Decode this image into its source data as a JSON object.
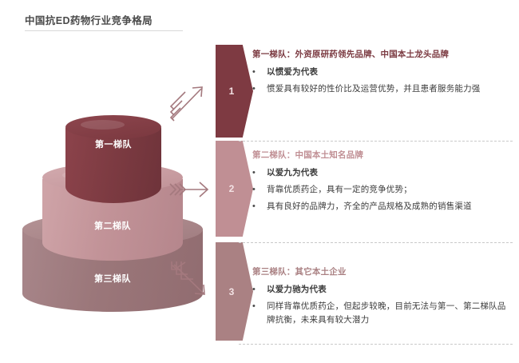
{
  "header": {
    "title": "中国抗ED药物行业竞争格局"
  },
  "pyramid": {
    "tiers": [
      {
        "label": "第一梯队",
        "color": "#7d3b42"
      },
      {
        "label": "第二梯队",
        "color": "#c29398"
      },
      {
        "label": "第三梯队",
        "color": "#9b777a"
      }
    ]
  },
  "arrows": [
    {
      "name": "arrow-up-right",
      "direction": "up-right"
    },
    {
      "name": "arrow-right",
      "direction": "right"
    },
    {
      "name": "arrow-down-right",
      "direction": "down-right"
    }
  ],
  "markers": [
    {
      "number": "1",
      "color": "#7e3a42"
    },
    {
      "number": "2",
      "color": "#c08f94"
    },
    {
      "number": "3",
      "color": "#aa8183"
    }
  ],
  "blocks": [
    {
      "heading": "第一梯队：外资原研药领先品牌、中国本土龙头品牌",
      "bullets": [
        {
          "dot": "•",
          "text": "以惯爱为代表",
          "bold": true
        },
        {
          "dot": "•",
          "text": "惯爱具有较好的性价比及运营优势，并且患者服务能力强",
          "bold": false
        }
      ]
    },
    {
      "heading": "第二梯队：中国本土知名品牌",
      "bullets": [
        {
          "dot": "•",
          "text": "以爱九为代表",
          "bold": true
        },
        {
          "dot": "•",
          "text": "背靠优质药企，具有一定的竞争优势；",
          "bold": false
        },
        {
          "dot": "•",
          "text": "具有良好的品牌力，齐全的产品规格及成熟的销售渠道",
          "bold": false
        }
      ]
    },
    {
      "heading": "第三梯队：其它本土企业",
      "bullets": [
        {
          "dot": "•",
          "text": "以爱力驰为代表",
          "bold": true
        },
        {
          "dot": "•",
          "text": "同样背靠优质药企，但起步较晚，目前无法与第一、第二梯队品牌抗衡，未来具有较大潜力",
          "bold": false
        }
      ]
    }
  ]
}
